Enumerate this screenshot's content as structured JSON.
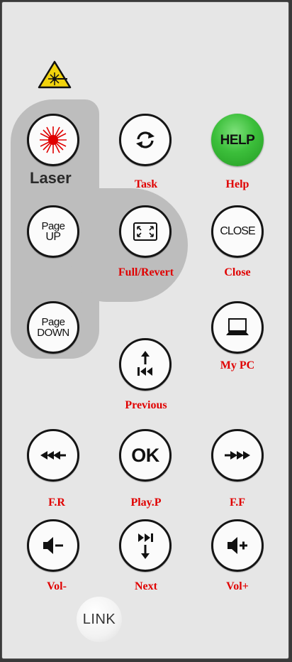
{
  "laser_caption": "Laser",
  "buttons": {
    "page_up": [
      "Page",
      "UP"
    ],
    "page_down": [
      "Page",
      "DOWN"
    ],
    "close": "CLOSE",
    "help": "HELP",
    "ok": "OK",
    "link": "LINK"
  },
  "labels": {
    "task": "Task",
    "help": "Help",
    "full_revert": "Full/Revert",
    "close": "Close",
    "my_pc": "My PC",
    "previous": "Previous",
    "fr": "F.R",
    "play_p": "Play.P",
    "ff": "F.F",
    "vol_minus": "Vol-",
    "next": "Next",
    "vol_plus": "Vol+"
  },
  "colors": {
    "label": "#e00000",
    "help_green": "#3cbf3b",
    "panel": "#e6e6e6",
    "shade": "#bdbdbd"
  }
}
